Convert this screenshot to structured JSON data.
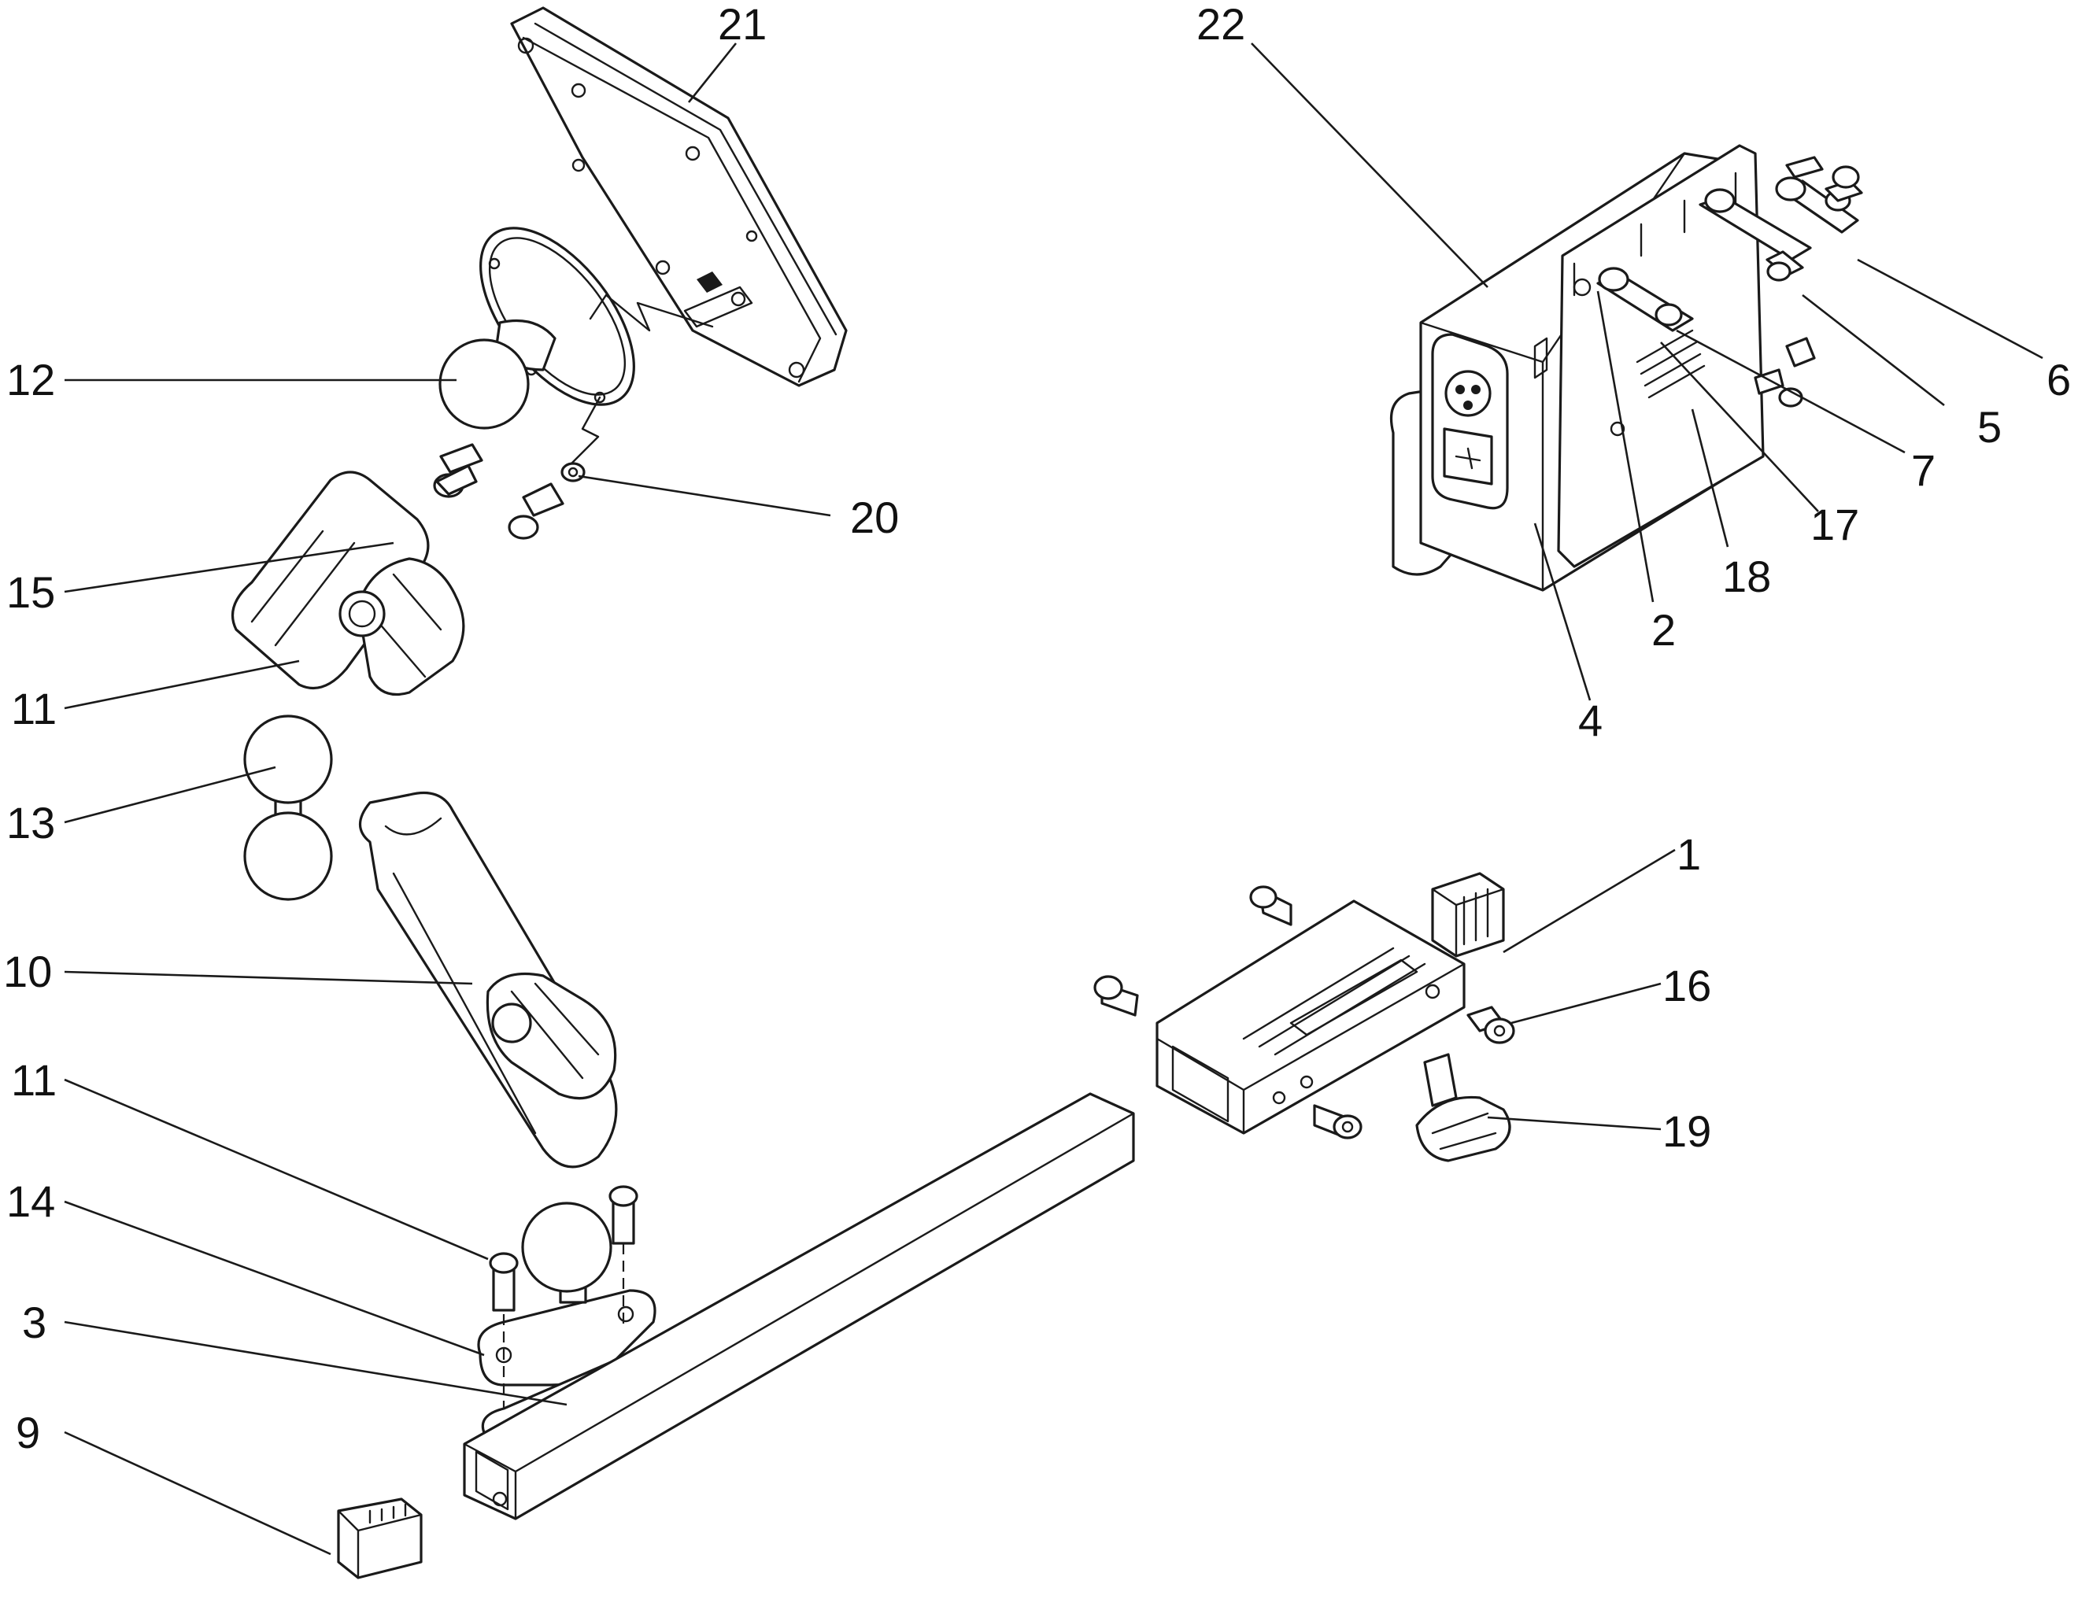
{
  "callouts": {
    "c1": "1",
    "c2": "2",
    "c3": "3",
    "c4": "4",
    "c5": "5",
    "c6": "6",
    "c7": "7",
    "c9": "9",
    "c10": "10",
    "c11a": "11",
    "c11b": "11",
    "c12": "12",
    "c13": "13",
    "c14": "14",
    "c15": "15",
    "c16": "16",
    "c17": "17",
    "c18": "18",
    "c19": "19",
    "c20": "20",
    "c21": "21",
    "c22": "22"
  },
  "colors": {
    "line": "#1a1a1a",
    "background": "#ffffff"
  }
}
